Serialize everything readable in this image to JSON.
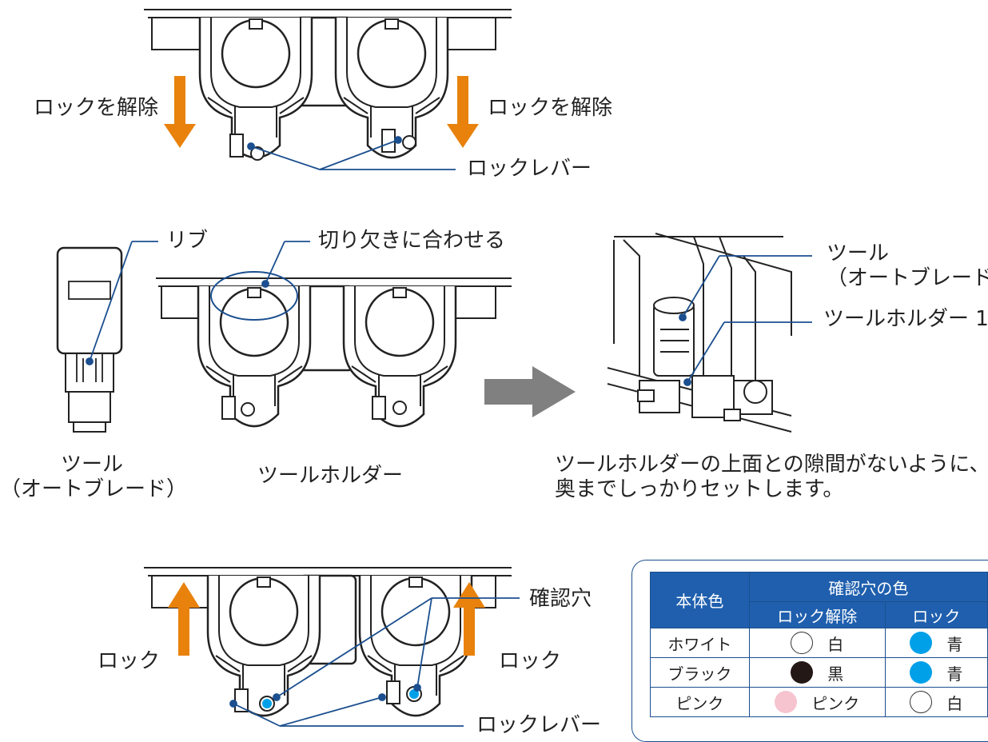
{
  "top_panel": {
    "unlock_left": "ロックを解除",
    "unlock_right": "ロックを解除",
    "lock_lever": "ロックレバー"
  },
  "middle_panel": {
    "rib": "リブ",
    "notch": "切り欠きに合わせる",
    "tool_left_line1": "ツール",
    "tool_left_line2": "（オートブレード）",
    "tool_holder": "ツールホルダー",
    "tool_right_line1": "ツール",
    "tool_right_line2": "（オートブレード）",
    "tool_holder_1": "ツールホルダー 1",
    "instruction_line1": "ツールホルダーの上面との隙間がないように、",
    "instruction_line2": "奥までしっかりセットします。"
  },
  "bottom_panel": {
    "lock_left": "ロック",
    "lock_right": "ロック",
    "check_hole": "確認穴",
    "lock_lever": "ロックレバー"
  },
  "legend_table": {
    "header_body_color": "本体色",
    "header_hole_color": "確認穴の色",
    "header_unlocked": "ロック解除",
    "header_locked": "ロック",
    "rows": [
      {
        "body": "ホワイト",
        "unlocked": "白",
        "unlocked_dot": "white",
        "locked": "青",
        "locked_dot": "blue"
      },
      {
        "body": "ブラック",
        "unlocked": "黒",
        "unlocked_dot": "black",
        "locked": "青",
        "locked_dot": "blue"
      },
      {
        "body": "ピンク",
        "unlocked": "ピンク",
        "unlocked_dot": "pink",
        "locked": "白",
        "locked_dot": "white"
      }
    ]
  },
  "colors": {
    "arrow": "#e8820c",
    "leader": "#1b4f8f",
    "header_fill": "#1f5fae",
    "lock_blue": "#00a0e9"
  }
}
